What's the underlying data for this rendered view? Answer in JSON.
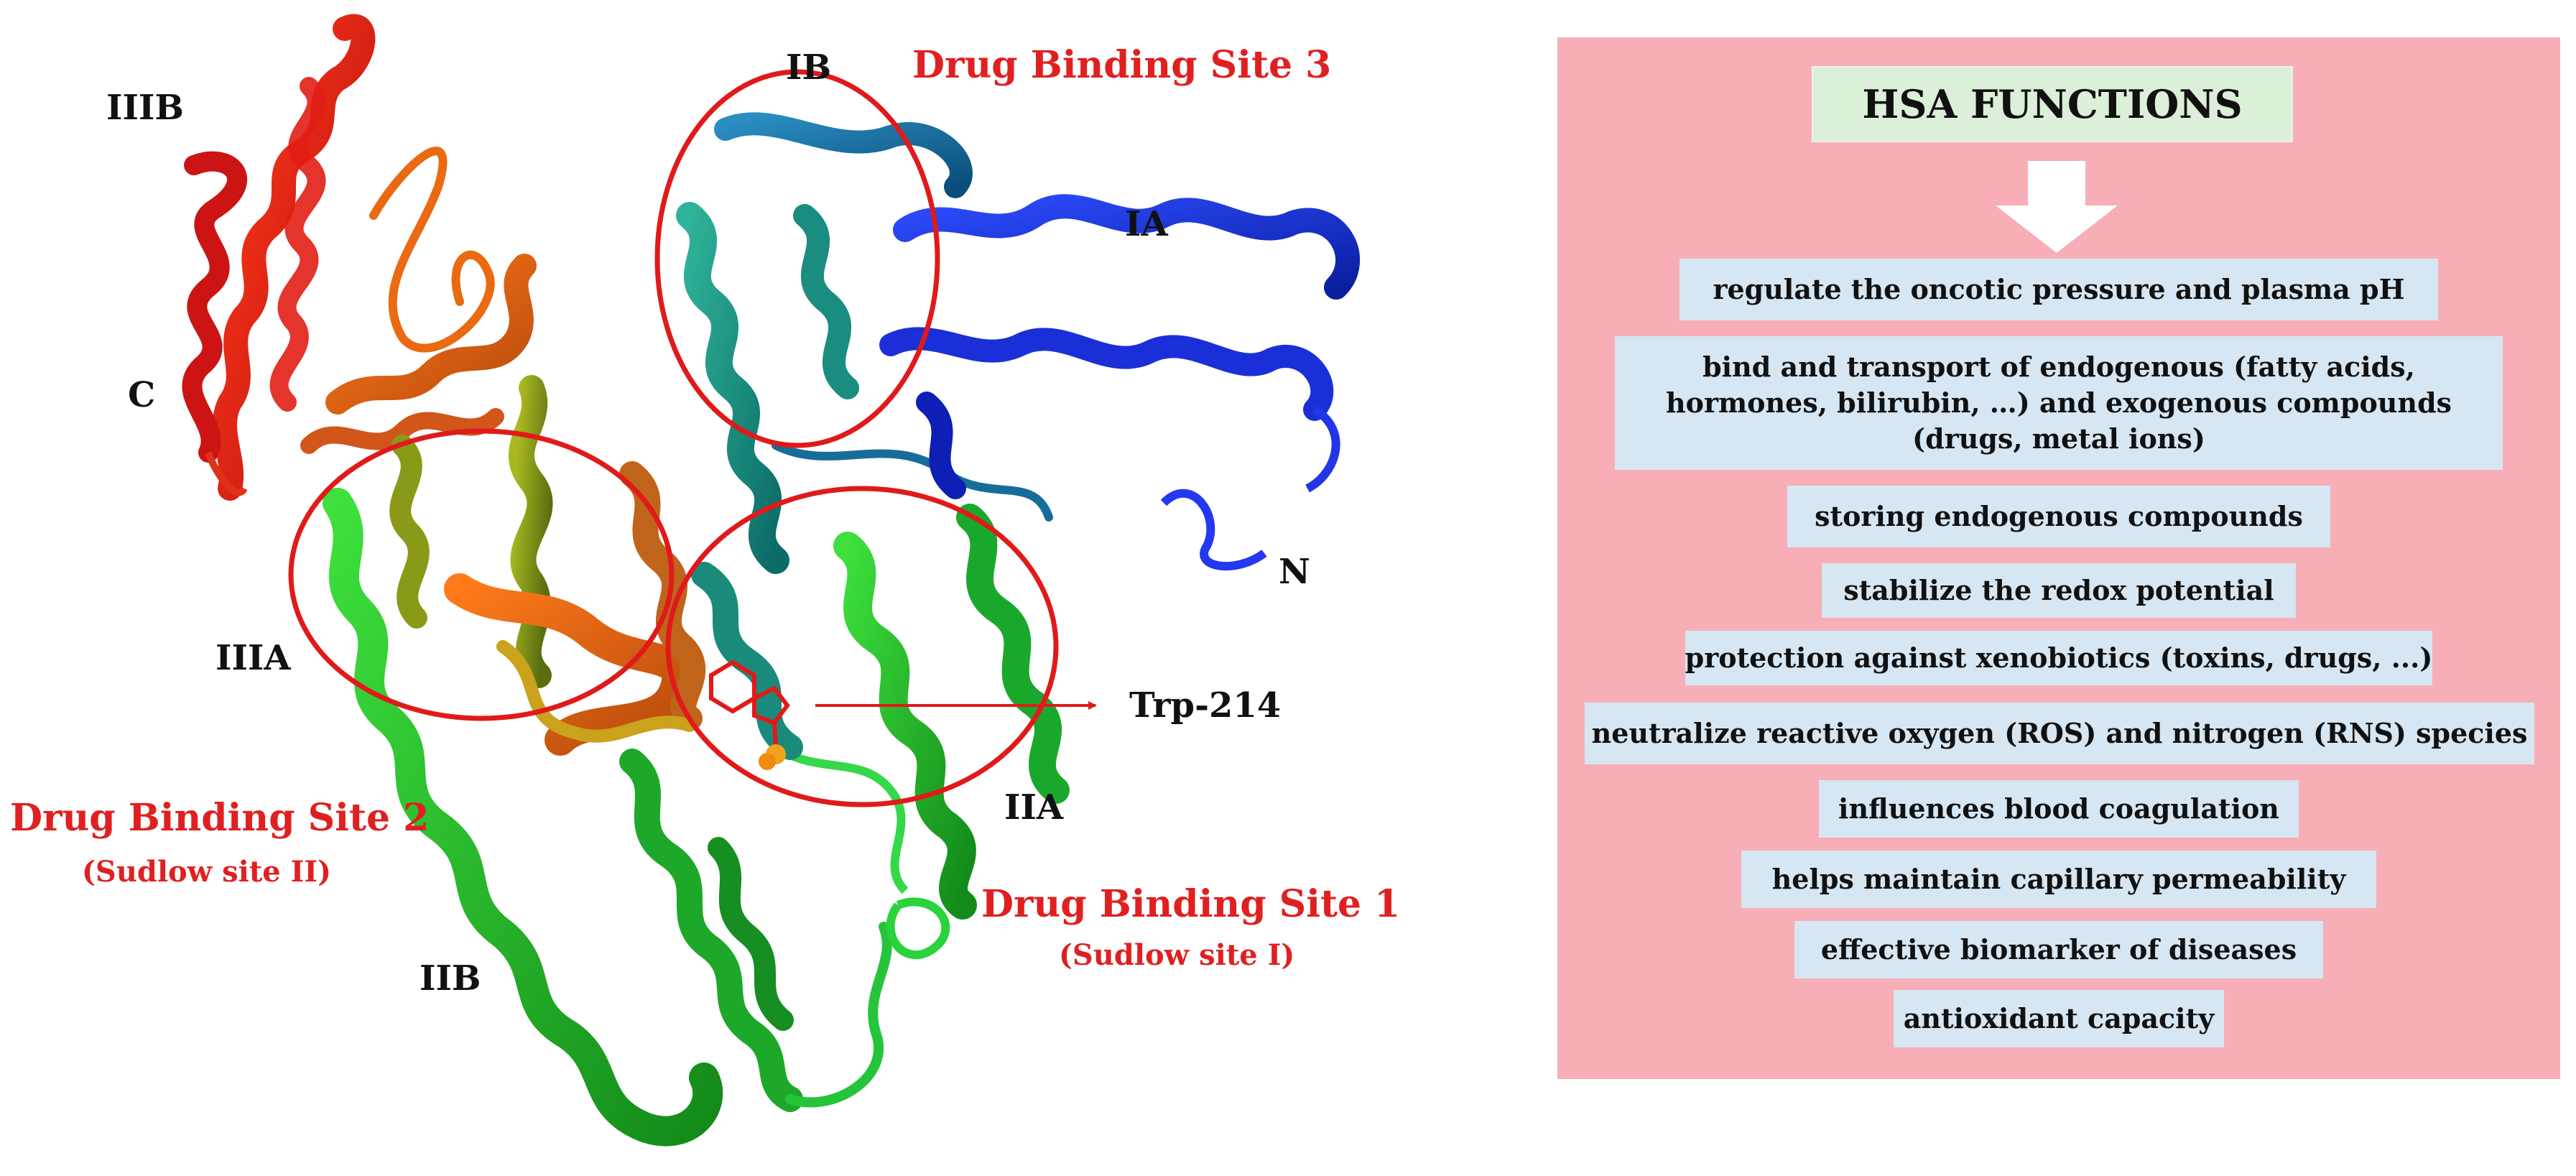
{
  "structure_labels": {
    "IIIB": "IIIB",
    "C": "C",
    "IIIA": "IIIA",
    "IIB": "IIB",
    "IB": "IB",
    "IA": "IA",
    "N": "N",
    "IIA": "IIA",
    "trp": "Trp-214"
  },
  "binding_sites": {
    "site3_title": "Drug Binding Site 3",
    "site2_title": "Drug Binding Site 2",
    "site2_sub": "(Sudlow site II)",
    "site1_title": "Drug Binding Site 1",
    "site1_sub": "(Sudlow site I)"
  },
  "functions_panel": {
    "title": "HSA FUNCTIONS",
    "items": [
      "regulate the oncotic pressure and plasma pH",
      "bind and transport of endogenous (fatty acids,",
      "hormones, bilirubin, …) and exogenous compounds",
      "(drugs, metal ions)",
      "storing endogenous compounds",
      "stabilize the redox potential",
      "protection against xenobiotics (toxins, drugs, ...)",
      "neutralize reactive oxygen (ROS) and nitrogen (RNS) species",
      "influences blood coagulation",
      "helps maintain capillary permeability",
      "effective biomarker of diseases",
      "antioxidant capacity"
    ]
  },
  "colors": {
    "circle": "#e01a1a",
    "panel_bg": "#f7aeb6",
    "title_bg": "#dcefd8",
    "item_bg": "#d6e6f3",
    "label_red": "#e02020"
  }
}
